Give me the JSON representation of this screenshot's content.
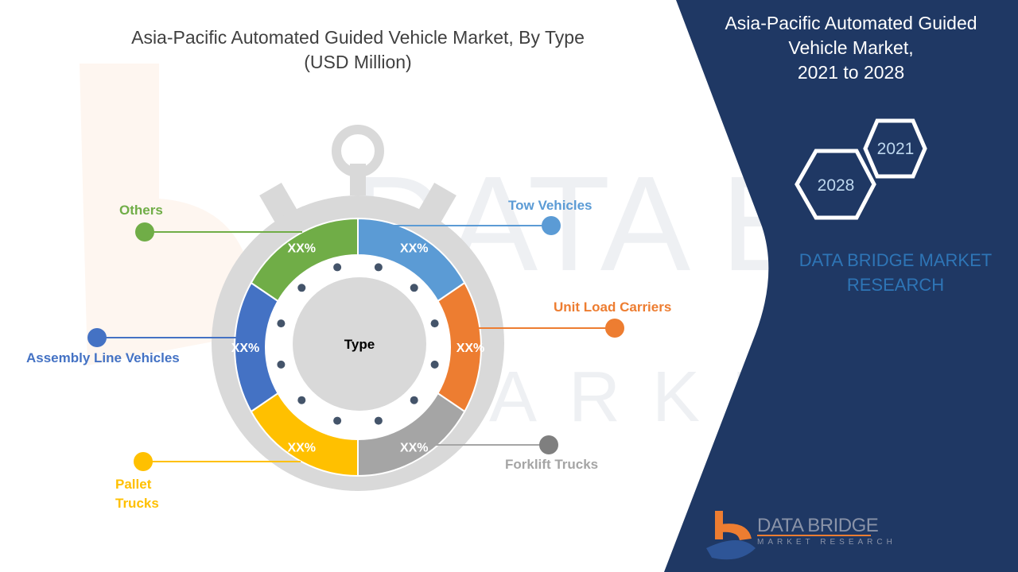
{
  "title": {
    "line1": "Asia-Pacific Automated Guided Vehicle Market, By Type",
    "line2": "(USD Million)"
  },
  "side_panel": {
    "title_line1": "Asia-Pacific Automated Guided",
    "title_line2": "Vehicle Market,",
    "title_line3": "2021 to 2028",
    "year_start": "2021",
    "year_end": "2028",
    "brand_line1": "DATA BRIDGE MARKET",
    "brand_line2": "RESEARCH"
  },
  "logo": {
    "name": "DATA BRIDGE",
    "tagline": "MARKET RESEARCH"
  },
  "watermark": {
    "line1": "DATA BRIDGE",
    "line2": "MARKET RESEARCH"
  },
  "colors": {
    "navy": "#1f3864",
    "tow": "#5b9bd5",
    "unit": "#ed7d31",
    "forklift": "#a5a5a5",
    "pallet": "#ffc000",
    "assembly": "#4472c4",
    "others": "#70ad47"
  },
  "chart_data": {
    "type": "pie",
    "title": "Asia-Pacific Automated Guided Vehicle Market, By Type (USD Million)",
    "center_label": "Type",
    "categories": [
      "Tow Vehicles",
      "Unit Load Carriers",
      "Forklift Trucks",
      "Pallet Trucks",
      "Assembly Line Vehicles",
      "Others"
    ],
    "values": [
      1,
      1,
      1,
      1,
      1,
      1
    ],
    "data_labels": [
      "XX%",
      "XX%",
      "XX%",
      "XX%",
      "XX%",
      "XX%"
    ],
    "colors": [
      "#5b9bd5",
      "#ed7d31",
      "#a5a5a5",
      "#ffc000",
      "#4472c4",
      "#70ad47"
    ]
  }
}
